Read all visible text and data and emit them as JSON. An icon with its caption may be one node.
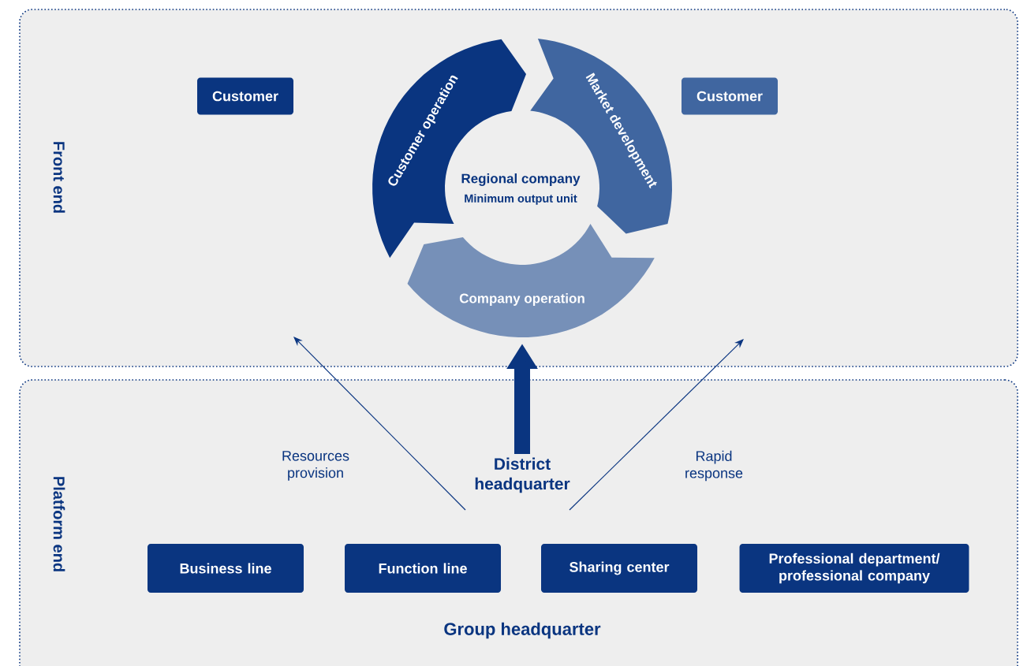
{
  "diagram": {
    "nodes": [
      {
        "text": [
          "Front end"
        ]
      },
      {
        "text": [
          "Customer"
        ],
        "in": 0
      },
      {
        "text": [
          "Customer"
        ],
        "in": 0
      },
      {
        "text": [
          "Customer operation"
        ],
        "in": 0
      },
      {
        "text": [
          "Market development"
        ],
        "in": 0
      },
      {
        "text": [
          "Company operation"
        ],
        "in": 0
      },
      {
        "text": [
          "Platform end",
          "Group headquarter"
        ]
      },
      {
        "text": [
          "District headquarter"
        ],
        "in": 6
      },
      {
        "text": [
          "Business line"
        ],
        "in": 6
      },
      {
        "text": [
          "Function line"
        ],
        "in": 6
      },
      {
        "text": [
          "Sharing center"
        ],
        "in": 6
      },
      {
        "text": [
          "Professional department/ professional company"
        ],
        "in": 6
      }
    ],
    "edges": [
      {
        "from": 7,
        "to": 0,
        "arrow": "to",
        "label": "Resources provision"
      },
      {
        "from": 7,
        "to": 0,
        "arrow": "to",
        "label": "Rapid response"
      },
      {
        "from": 7,
        "to": 5,
        "arrow": "to",
        "style": "thick"
      }
    ],
    "labels": [
      "Regional company",
      "Minimum output unit"
    ]
  }
}
